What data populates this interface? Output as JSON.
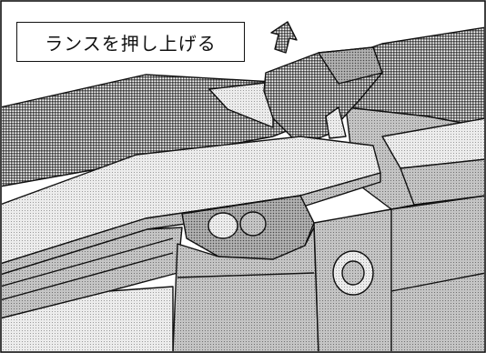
{
  "illustration": {
    "subject": "connector-housing-lance",
    "callout_label": "ランスを押し上げる",
    "arrow_direction": "up",
    "style": "halftone-dotted-line-art",
    "colors": {
      "ink": "#111111",
      "paper": "#ffffff",
      "dark_shade": "#6d6d6d",
      "mid_shade": "#b8b8b8",
      "light_shade": "#e2e2e2"
    }
  }
}
